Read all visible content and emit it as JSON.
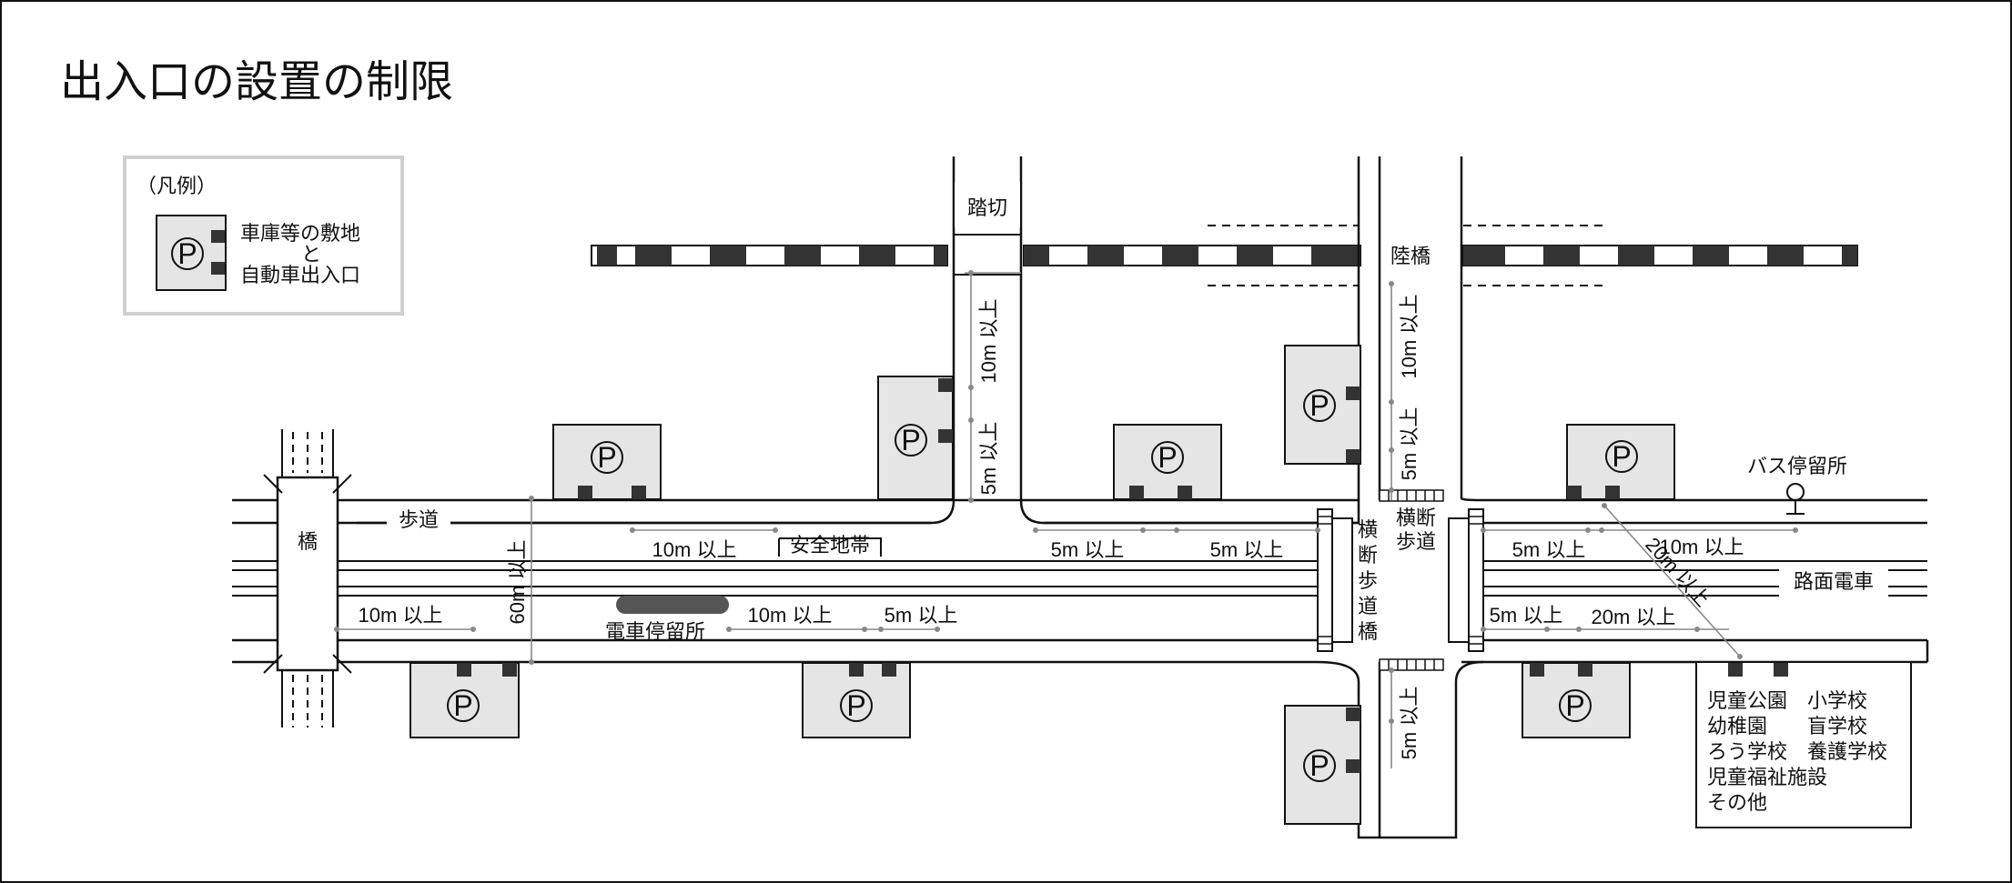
{
  "title": "出入口の設置の制限",
  "legend": {
    "heading": "（凡例）",
    "p_symbol": "P",
    "line1": "車庫等の敷地",
    "line2": "と",
    "line3": "自動車出入口"
  },
  "labels": {
    "crossing": "踏切",
    "overpass": "陸橋",
    "bridge": "橋",
    "sidewalk": "歩道",
    "safety_zone": "安全地帯",
    "tram_stop": "電車停留所",
    "streetcar": "路面電車",
    "bus_stop": "バス停留所",
    "crosswalk": "横断歩道",
    "ped_bridge": "横断歩道橋",
    "p_symbol": "P"
  },
  "dimensions": {
    "d10m_crossing": "10m 以上",
    "d5m_crossing": "5m 以上",
    "d10m_overpass": "10m 以上",
    "d5m_overpass": "5m 以上",
    "d60m": "60m 以上",
    "d10m_bridge": "10m 以上",
    "d10m_safety": "10m 以上",
    "d10m_tram": "10m 以上",
    "d5m_tram": "5m 以上",
    "d5m_corner_left": "5m 以上",
    "d5m_crosswalk_left": "5m 以上",
    "d5m_right_a": "5m 以上",
    "d10m_bus": "10m 以上",
    "d5m_right_b": "5m 以上",
    "d20m_lower": "20m 以上",
    "d20m_diag": "20m 以上",
    "d5m_lower_crosswalk": "5m 以上"
  },
  "facilities": {
    "line1": "児童公園　小学校",
    "line2": "幼稚園　　盲学校",
    "line3": "ろう学校　養護学校",
    "line4": "児童福祉施設",
    "line5": "その他"
  }
}
